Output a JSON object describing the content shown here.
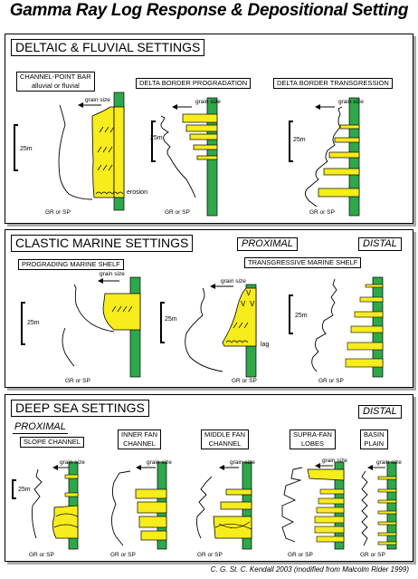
{
  "title": "Gamma Ray Log Response & Depositional Setting",
  "credit": "C. G. St. C. Kendall 2003 (modified from Malcolm Rider 1999)",
  "common": {
    "grain_size": "grain size",
    "gr_sp": "GR or SP",
    "scale_25m": "25m"
  },
  "deltaic": {
    "heading": "DELTAIC & FLUVIAL SETTINGS",
    "channel_point_bar_line1": "CHANNEL-POINT BAR",
    "channel_point_bar_line2": "alluvial or fluvial",
    "delta_progradation": "DELTA BORDER PROGRADATION",
    "delta_transgression": "DELTA BORDER TRANSGRESSION",
    "erosion": "erosion"
  },
  "clastic": {
    "heading": "CLASTIC MARINE SETTINGS",
    "proximal": "PROXIMAL",
    "distal": "DISTAL",
    "prograding_shelf": "PROGRADING MARINE SHELF",
    "transgressive_shelf": "TRANSGRESSIVE MARINE SHELF",
    "lag": "lag"
  },
  "deepsea": {
    "heading": "DEEP SEA SETTINGS",
    "proximal": "PROXIMAL",
    "distal": "DISTAL",
    "slope_channel": "SLOPE CHANNEL",
    "inner_fan_1": "INNER FAN",
    "inner_fan_2": "CHANNEL",
    "middle_fan_1": "MIDDLE FAN",
    "middle_fan_2": "CHANNEL",
    "supra_fan_1": "SUPRA-FAN",
    "supra_fan_2": "LOBES",
    "basin_1": "BASIN",
    "basin_2": "PLAIN"
  },
  "colors": {
    "sand": "#f7ec1c",
    "column": "#2ea84a",
    "ink": "#000000"
  }
}
